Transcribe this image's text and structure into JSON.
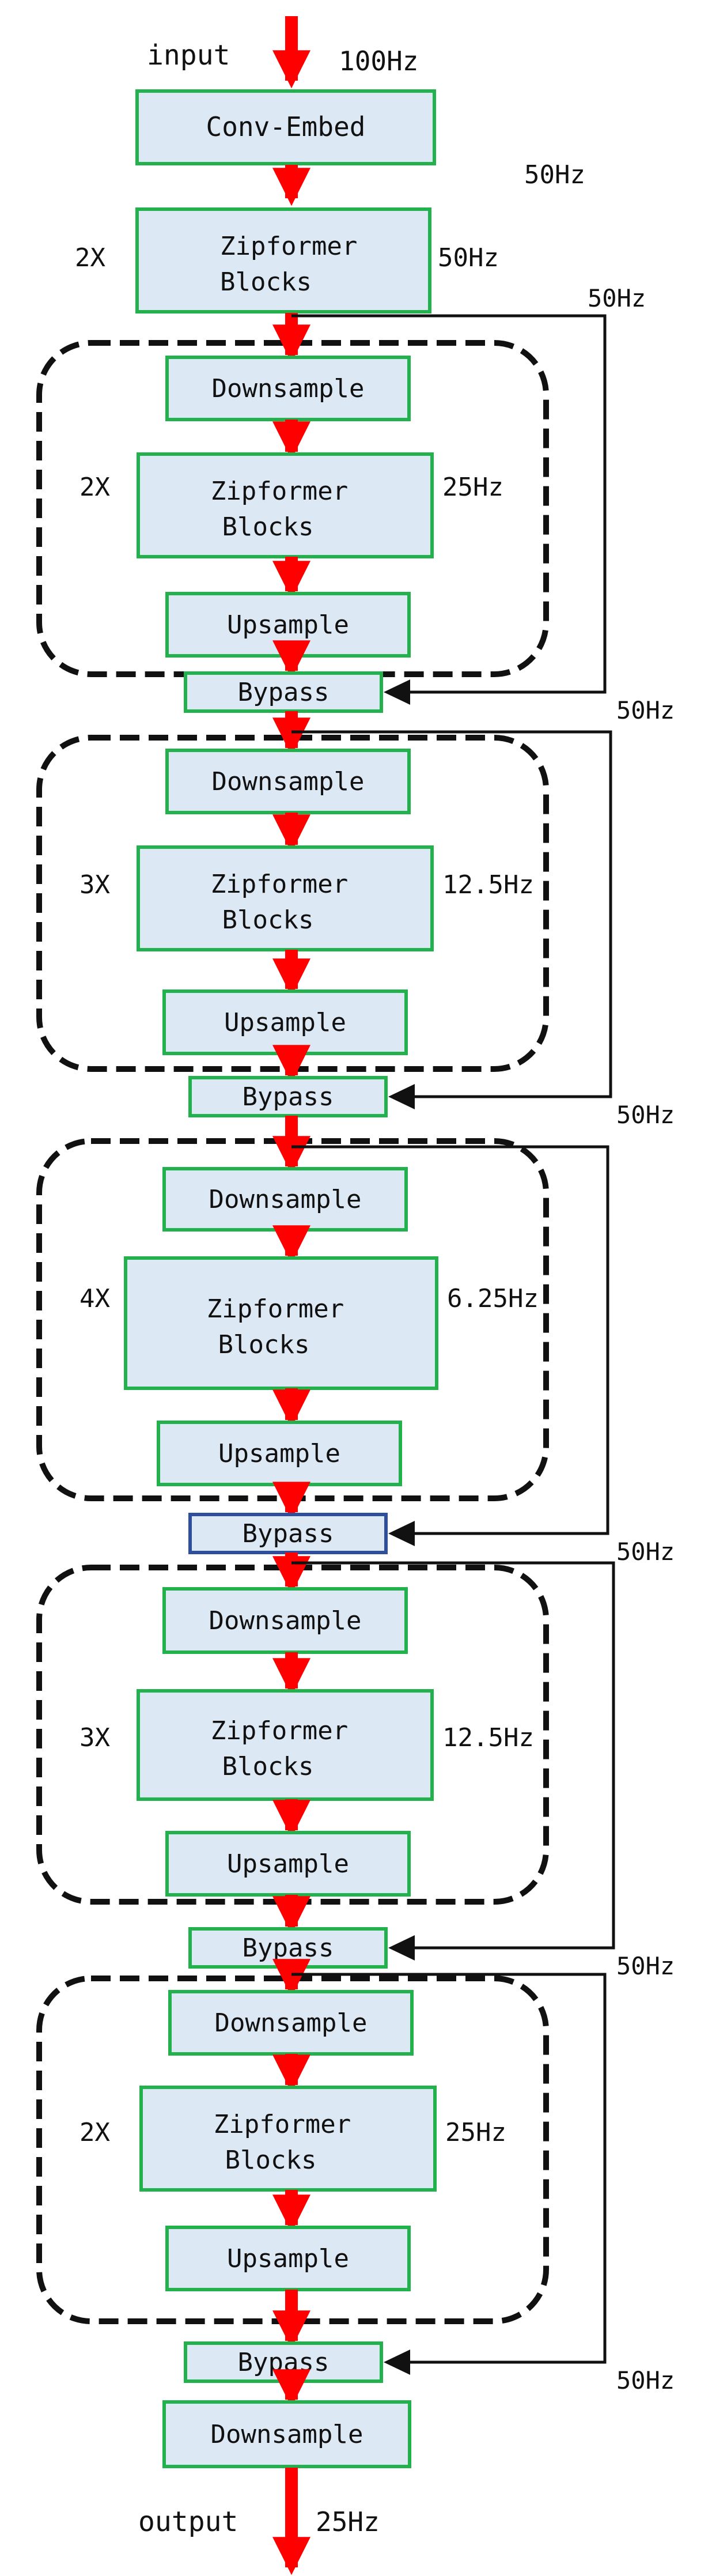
{
  "colors": {
    "arrow": "#ff0000",
    "box_fill": "#dde8f5",
    "box_border": "#22b14c",
    "highlight_border": "#2e4f9e",
    "stage_border": "#111111",
    "skip_line": "#111111",
    "text": "#111111"
  },
  "io": {
    "input_label": "input",
    "input_rate": "100Hz",
    "output_label": "output",
    "output_rate": "25Hz"
  },
  "embed": {
    "label": "Conv-Embed",
    "rate": "50Hz"
  },
  "first_block": {
    "repeat": "2X",
    "label": "Zipformer Blocks",
    "rate": "50Hz"
  },
  "stages": [
    {
      "repeat": "2X",
      "block_rate": "25Hz",
      "downsample_label": "Downsample",
      "block_label": "Zipformer Blocks",
      "upsample_label": "Upsample",
      "bypass_label": "Bypass",
      "skip_rate": "50Hz",
      "bypass_out_rate": "50Hz"
    },
    {
      "repeat": "3X",
      "block_rate": "12.5Hz",
      "downsample_label": "Downsample",
      "block_label": "Zipformer Blocks",
      "upsample_label": "Upsample",
      "bypass_label": "Bypass",
      "skip_rate": "50Hz",
      "bypass_out_rate": "50Hz"
    },
    {
      "repeat": "4X",
      "block_rate": "6.25Hz",
      "downsample_label": "Downsample",
      "block_label": "Zipformer Blocks",
      "upsample_label": "Upsample",
      "bypass_label": "Bypass",
      "skip_rate": "50Hz",
      "bypass_out_rate": "50Hz",
      "highlight": true
    },
    {
      "repeat": "3X",
      "block_rate": "12.5Hz",
      "downsample_label": "Downsample",
      "block_label": "Zipformer Blocks",
      "upsample_label": "Upsample",
      "bypass_label": "Bypass",
      "skip_rate": "50Hz",
      "bypass_out_rate": "50Hz"
    },
    {
      "repeat": "2X",
      "block_rate": "25Hz",
      "downsample_label": "Downsample",
      "block_label": "Zipformer Blocks",
      "upsample_label": "Upsample",
      "bypass_label": "Bypass",
      "skip_rate": "50Hz",
      "bypass_out_rate": "50Hz"
    }
  ],
  "final": {
    "label": "Downsample"
  }
}
